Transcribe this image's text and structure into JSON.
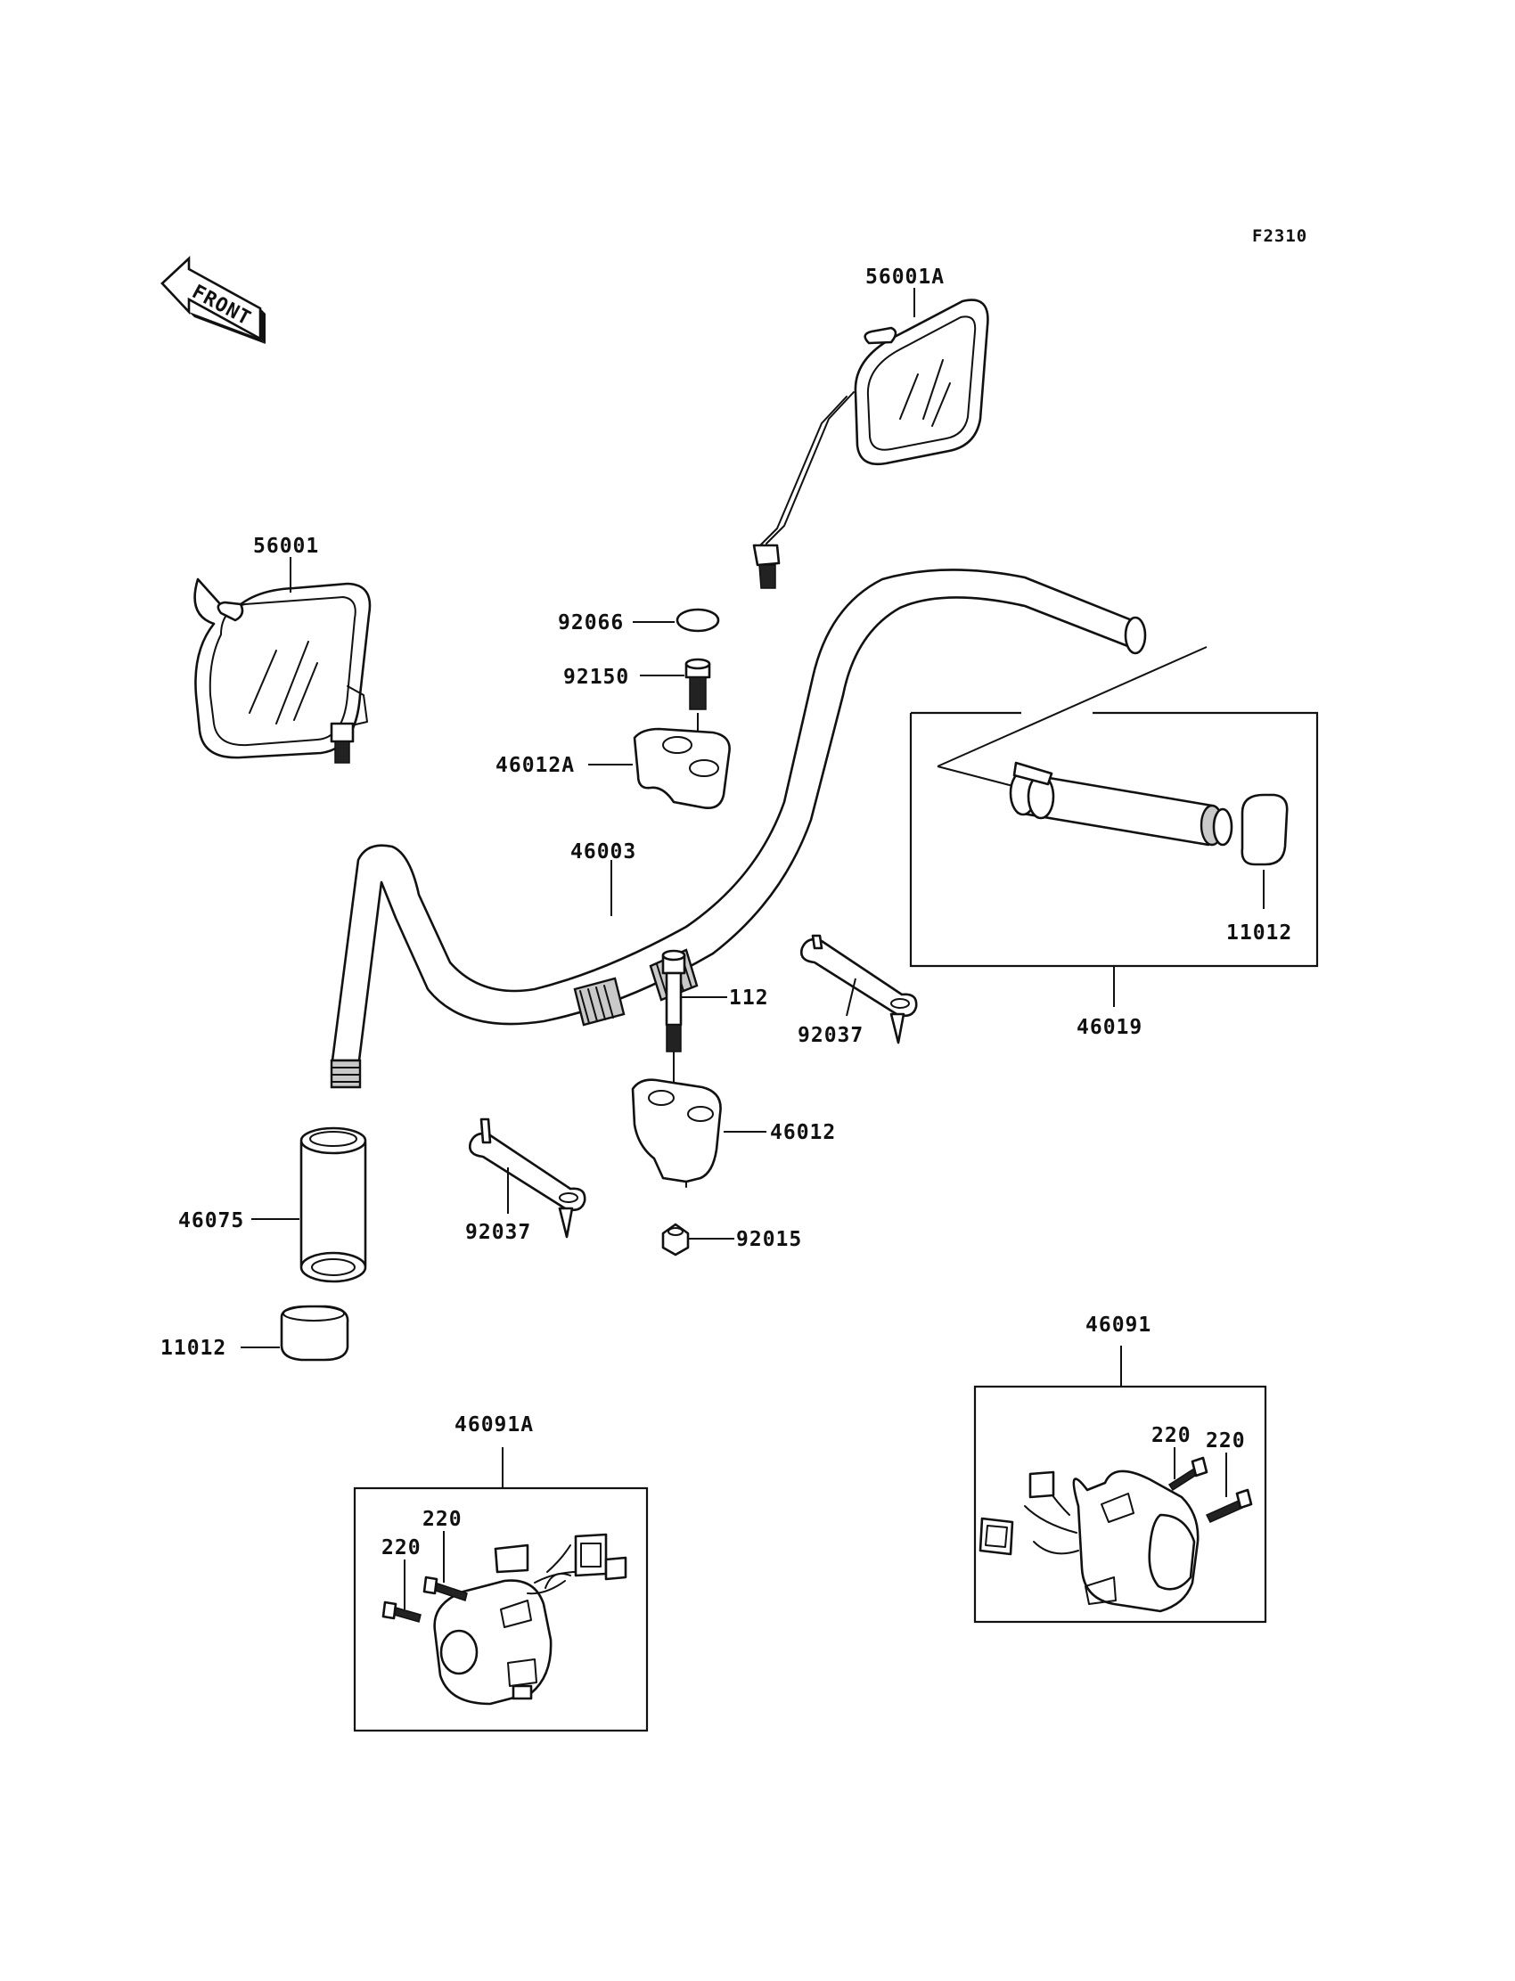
{
  "figure_code": "F2310",
  "front_label": "FRONT",
  "parts": {
    "mirror_right": "56001A",
    "mirror_left": "56001",
    "cap": "92066",
    "bolt_upper": "92150",
    "holder_upper": "46012A",
    "handlebar": "46003",
    "bolt_long": "112",
    "clamp_right": "92037",
    "clamp_left": "92037",
    "holder_lower": "46012",
    "nut": "92015",
    "grip_left": "46075",
    "end_cap_left": "11012",
    "end_cap_right": "11012",
    "throttle_grip_assy": "46019",
    "switch_right": "46091",
    "switch_right_screw_a": "220",
    "switch_right_screw_b": "220",
    "switch_left": "46091A",
    "switch_left_screw_a": "220",
    "switch_left_screw_b": "220"
  }
}
